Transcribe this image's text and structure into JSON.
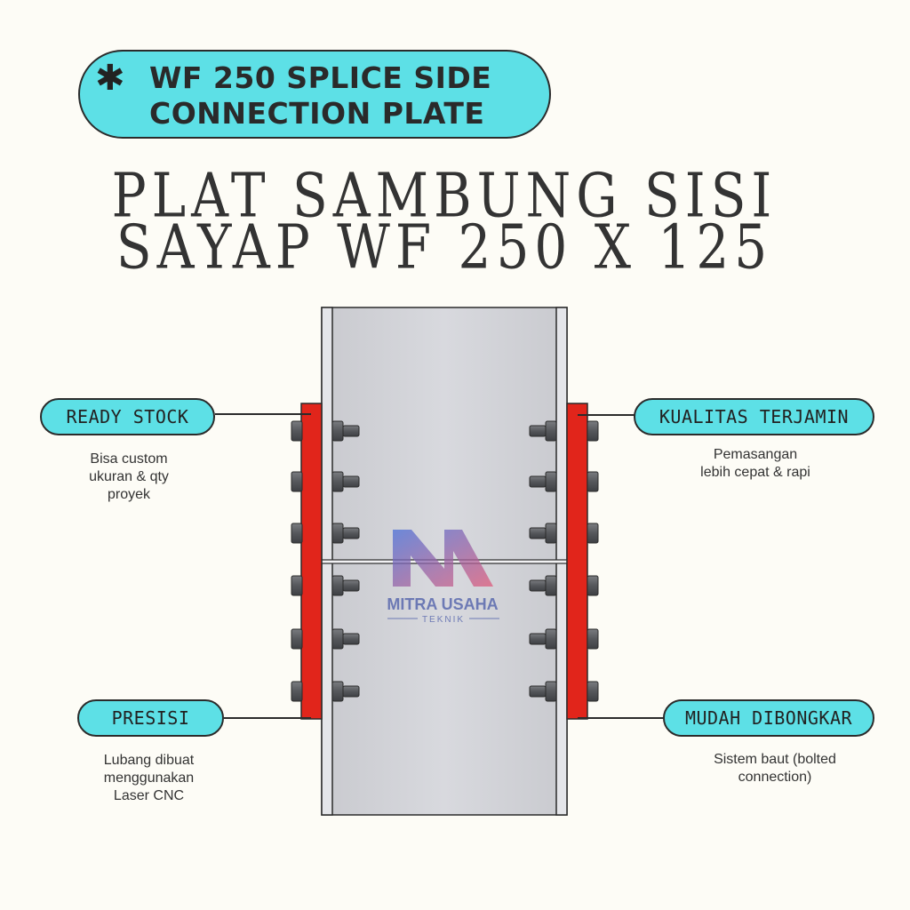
{
  "title": {
    "icon": "asterisk-icon",
    "line1": "WF 250 SPLICE SIDE",
    "line2": "CONNECTION PLATE"
  },
  "headline": {
    "line1": "PLAT SAMBUNG SISI",
    "line2": "SAYAP WF 250 X 125"
  },
  "callouts": {
    "ready_stock": {
      "label": "READY STOCK",
      "desc": [
        "Bisa custom",
        "ukuran & qty",
        "proyek"
      ]
    },
    "kualitas": {
      "label": "KUALITAS TERJAMIN",
      "desc": [
        "Pemasangan",
        "lebih cepat & rapi"
      ]
    },
    "presisi": {
      "label": "PRESISI",
      "desc": [
        "Lubang dibuat",
        "menggunakan",
        "Laser CNC"
      ]
    },
    "mudah": {
      "label": "MUDAH DIBONGKAR",
      "desc": [
        "Sistem baut (bolted",
        "connection)"
      ]
    }
  },
  "watermark": {
    "name": "MITRA USAHA",
    "sub": "TEKNIK"
  },
  "colors": {
    "background": "#FDFCF6",
    "accent": "#5DE0E6",
    "plate": "#E1251B",
    "beam": "#D4D5DA",
    "bolt": "#5B5D61"
  }
}
